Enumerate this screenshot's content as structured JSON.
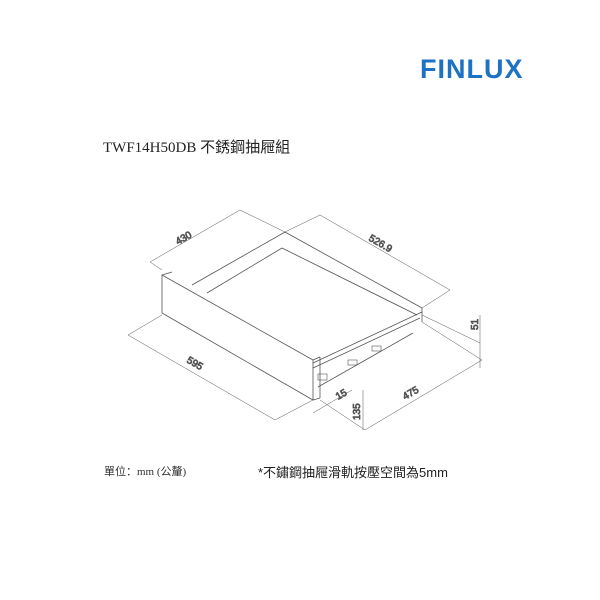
{
  "brand": {
    "logo": "FINLUX",
    "color": "#1d72c4"
  },
  "product_title": "TWF14H50DB 不銹鋼抽屜組",
  "dimensions": {
    "width_top": "430",
    "depth_side": "526.9",
    "front_width": "595",
    "bottom_depth": "475",
    "height": "135",
    "runner_height": "51",
    "offset": "15"
  },
  "unit_label": "單位：mm (公釐)",
  "note": "*不鏽鋼抽屜滑軌按壓空間為5mm"
}
